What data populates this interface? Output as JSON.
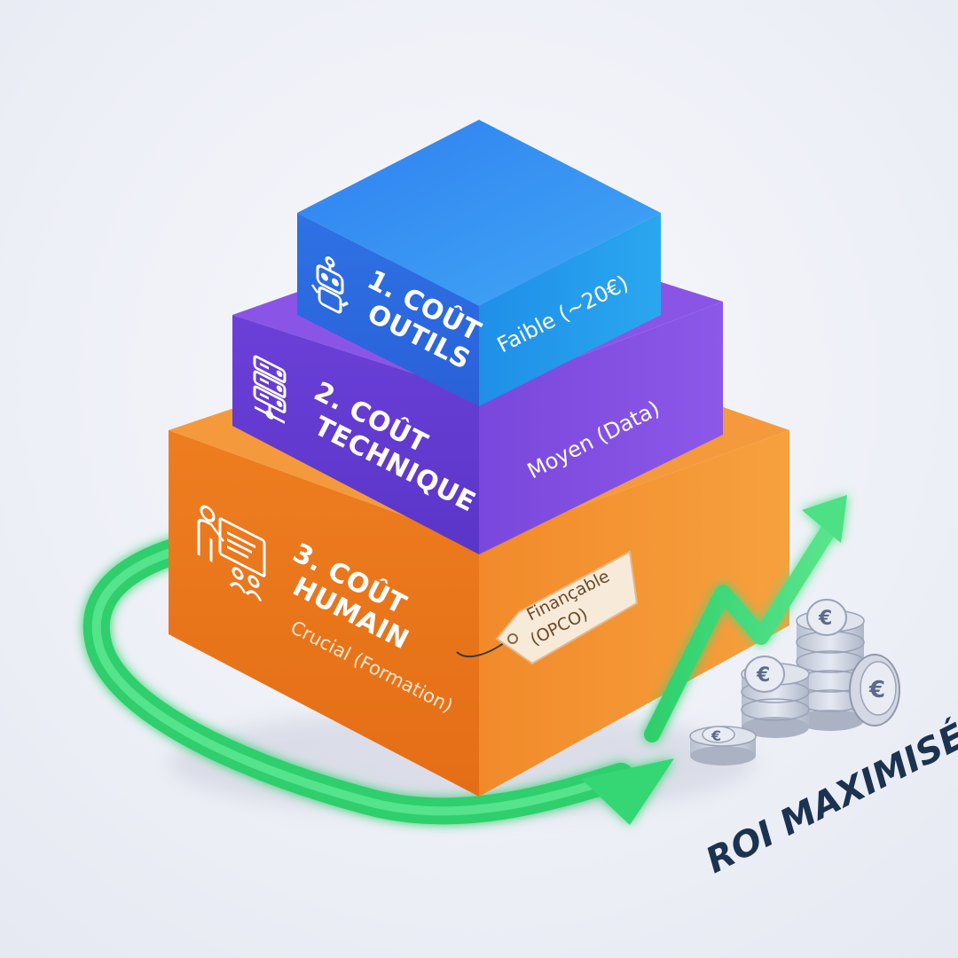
{
  "tiers": [
    {
      "title_line1": "1. COÛT",
      "title_line2": "OUTILS",
      "side_label": "Faible (~20€)",
      "icon": "robot-icon",
      "top": "#3a86ea",
      "front": "#2f6fe0",
      "side": "#1f55c9"
    },
    {
      "title_line1": "2. COÛT",
      "title_line2": "TECHNIQUE",
      "side_label": "Moyen (Data)",
      "icon": "server-icon",
      "top": "#8a55e6",
      "front": "#6c3fd9",
      "side": "#5a33c3"
    },
    {
      "title_line1": "3. COÛT",
      "title_line2": "HUMAIN",
      "subtitle": "Crucial (Formation)",
      "icon": "presenter-icon",
      "top": "#f49a3c",
      "front": "#ee7e22",
      "side": "#e06a14"
    }
  ],
  "price_tag": {
    "line1": "Finançable",
    "line2": "(OPCO)"
  },
  "roi_label": "ROI MAXIMISÉ",
  "colors": {
    "arrow": "#3ed97a",
    "coin": "#c9cfdd",
    "text_dark": "#1b3350"
  }
}
